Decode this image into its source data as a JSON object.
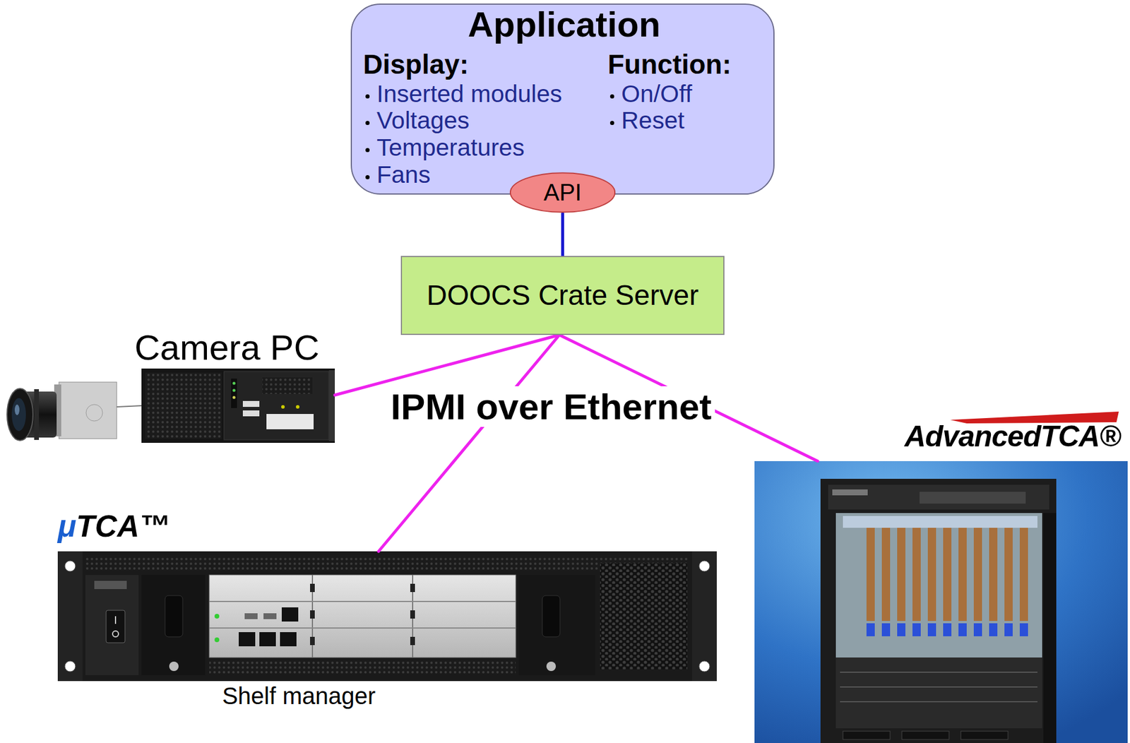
{
  "diagram": {
    "nodes": [
      {
        "text": [
          "Application",
          "Display:",
          "Inserted modules",
          "Voltages",
          "Temperatures",
          "Fans",
          "Function:",
          "On/Off",
          "Reset"
        ]
      },
      {
        "text": [
          "API"
        ]
      },
      {
        "text": [
          "DOOCS Crate Server"
        ]
      },
      {
        "text": [
          "Camera PC"
        ]
      },
      {
        "text": [
          "μTCA™"
        ]
      },
      {
        "text": [
          "AdvancedTCA®"
        ]
      }
    ],
    "edges": [
      {
        "from": 1,
        "to": 2,
        "arrow": "none"
      },
      {
        "from": 2,
        "to": 3,
        "arrow": "none"
      },
      {
        "from": 2,
        "to": 4,
        "arrow": "none"
      },
      {
        "from": 2,
        "to": 5,
        "arrow": "none"
      }
    ],
    "labels": [
      "IPMI over Ethernet",
      "Shelf manager"
    ]
  }
}
